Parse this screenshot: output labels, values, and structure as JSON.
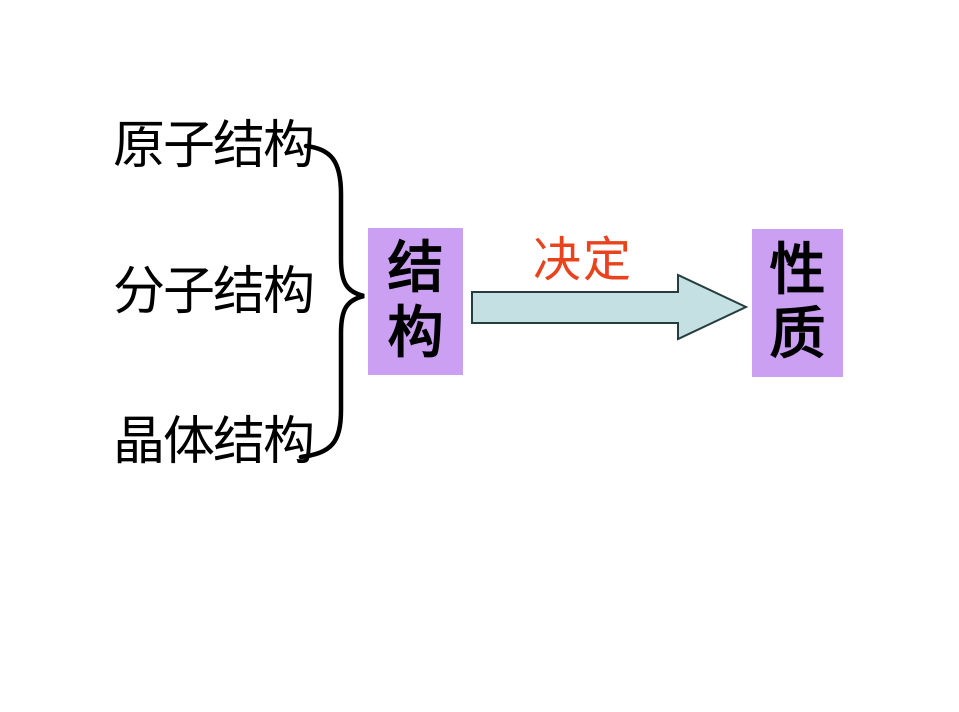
{
  "diagram": {
    "sources": [
      {
        "label": "原子结构"
      },
      {
        "label": "分子结构"
      },
      {
        "label": "晶体结构"
      }
    ],
    "brace": {
      "color": "#000000"
    },
    "structure_box": {
      "label": "结构",
      "bg": "#CBA0F2",
      "text_color": "#000000"
    },
    "arrow": {
      "label": "决定",
      "label_color": "#E8431C",
      "fill": "#C5E0E2",
      "outline": "#263d3d"
    },
    "property_box": {
      "label": "性质",
      "bg": "#CBA0F2",
      "text_color": "#000000"
    }
  }
}
